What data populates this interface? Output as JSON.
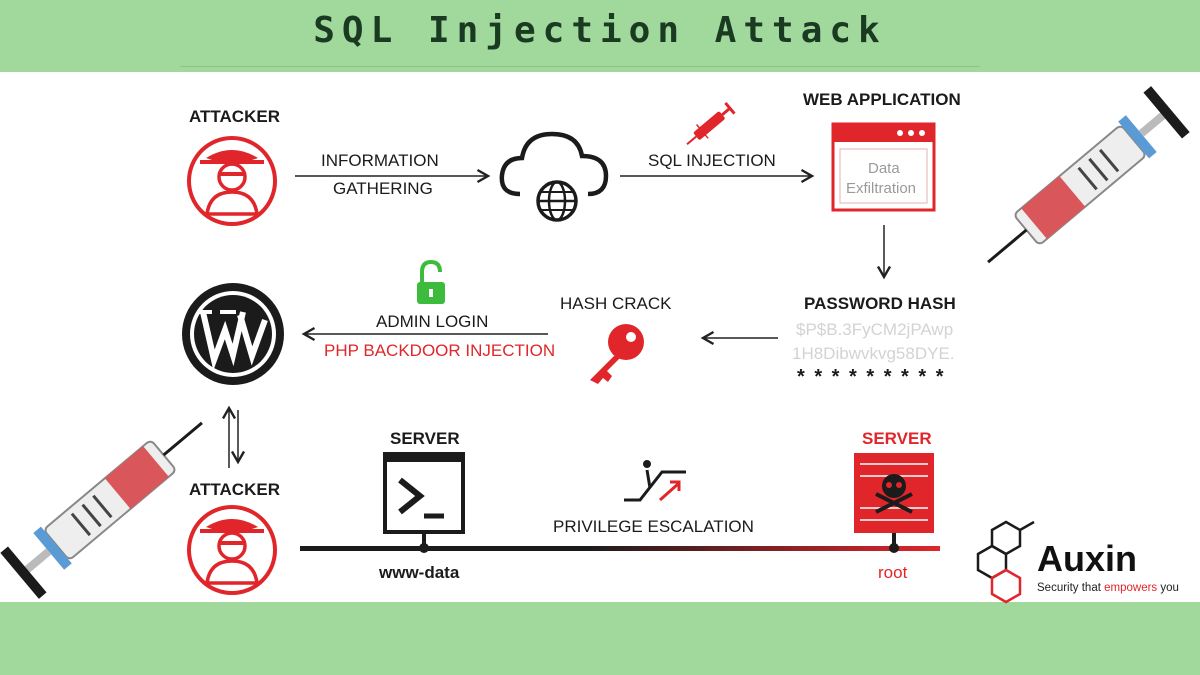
{
  "title": "SQL Injection Attack",
  "nodes": {
    "attacker_top": "ATTACKER",
    "info_gathering_1": "INFORMATION",
    "info_gathering_2": "GATHERING",
    "sql_injection": "SQL INJECTION",
    "web_application": "WEB APPLICATION",
    "web_box_line1": "Data",
    "web_box_line2": "Exfiltration",
    "password_hash": "PASSWORD HASH",
    "hash_line1": "$P$B.3FyCM2jPAwp",
    "hash_line2": "1H8Dibwvkvg58DYE.",
    "hash_masked": "* * * * * * * * *",
    "hash_crack": "HASH CRACK",
    "admin_login": "ADMIN LOGIN",
    "php_backdoor": "PHP BACKDOOR INJECTION",
    "attacker_bottom": "ATTACKER",
    "server_left": "SERVER",
    "server_left_user": "www-data",
    "privilege_escalation": "PRIVILEGE ESCALATION",
    "server_right": "SERVER",
    "server_right_user": "root"
  },
  "brand": {
    "name": "Auxin",
    "tagline_pre": "Security that ",
    "tagline_em": "empowers",
    "tagline_post": " you"
  },
  "colors": {
    "accent_red": "#e0262a",
    "banner_green": "#a0d99b",
    "title_text": "#1a3a22"
  },
  "icons": [
    "attacker-icon",
    "cloud-globe-icon",
    "syringe-icon",
    "browser-window-icon",
    "wordpress-icon",
    "lock-icon",
    "key-icon",
    "terminal-icon",
    "escalator-icon",
    "server-skull-icon"
  ]
}
